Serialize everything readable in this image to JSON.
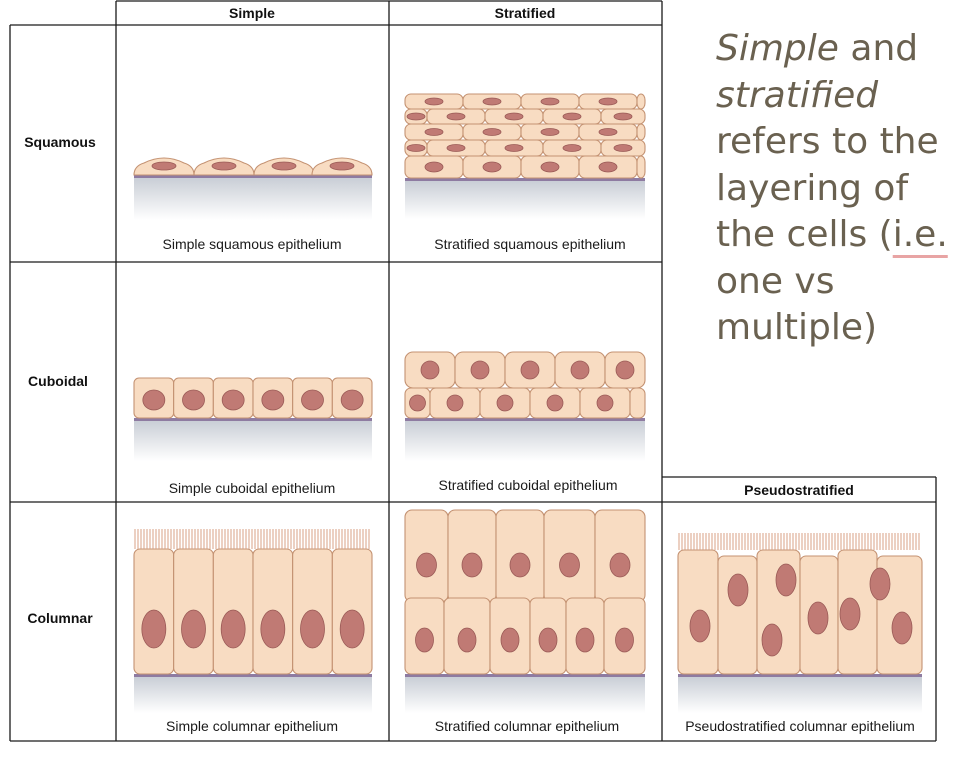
{
  "columns": {
    "simple": "Simple",
    "stratified": "Stratified",
    "pseudostratified": "Pseudostratified"
  },
  "rows": {
    "squamous": "Squamous",
    "cuboidal": "Cuboidal",
    "columnar": "Columnar"
  },
  "captions": {
    "simple_squamous": "Simple squamous epithelium",
    "stratified_squamous": "Stratified squamous epithelium",
    "simple_cuboidal": "Simple cuboidal epithelium",
    "stratified_cuboidal": "Stratified cuboidal epithelium",
    "simple_columnar": "Simple columnar epithelium",
    "stratified_columnar": "Stratified columnar epithelium",
    "pseudostratified_columnar": "Pseudostratified columnar epithelium"
  },
  "note": {
    "w1": "Simple",
    "w2": " and ",
    "w3": "stratified",
    "w4": " refers to the layering of the cells (",
    "w5": "i.e.",
    "w6": " one vs multiple)"
  },
  "colors": {
    "cell_fill": "#f8dcc2",
    "cell_outline": "#c49272",
    "nucleus": "#c07a74",
    "basement_membrane": "#8e7ba1",
    "note_text": "#6a6150"
  }
}
